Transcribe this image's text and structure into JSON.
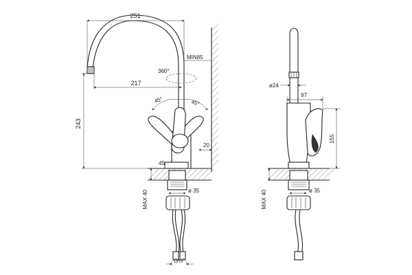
{
  "front_view": {
    "dim_reach_total": "251",
    "dim_reach_spout": "217",
    "dim_min_clearance": "MIN85",
    "dim_rotation": "360°",
    "dim_angle_left": "45°",
    "dim_angle_right": "45°",
    "dim_height": "243",
    "dim_wall_gap": "20",
    "dim_base_diameter": "45",
    "dim_max_thickness": "MAX 40",
    "dim_hole_diameter": "ø 35",
    "dim_thread": "G½\""
  },
  "side_view": {
    "dim_aerator": "ø24",
    "dim_lever_reach": "97",
    "dim_lever_height": "155",
    "dim_max_thickness": "MAX 40",
    "dim_hole_diameter": "ø 35"
  }
}
